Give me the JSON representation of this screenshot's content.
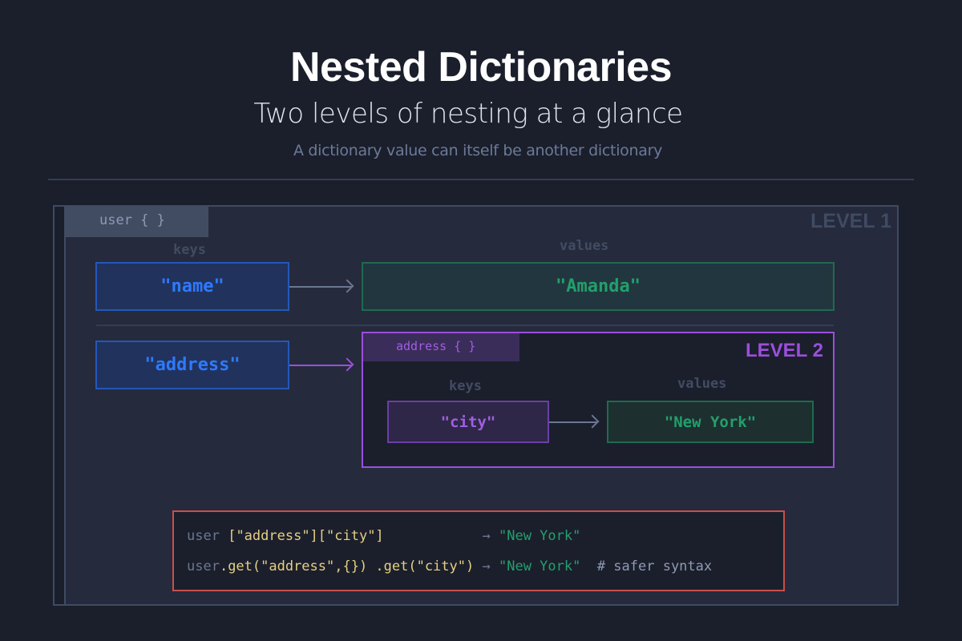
{
  "header": {
    "title": "Nested Dictionaries",
    "subtitle": "Two levels of nesting at a glance",
    "caption": "A dictionary value can itself be another dictionary"
  },
  "level1": {
    "tab_label": "user { }",
    "level_label": "LEVEL 1",
    "keys_header": "keys",
    "values_header": "values",
    "rows": [
      {
        "key": "\"name\"",
        "value": "\"Amanda\""
      },
      {
        "key": "\"address\"",
        "value": "address { }"
      }
    ]
  },
  "level2": {
    "tab_label": "address { }",
    "level_label": "LEVEL 2",
    "keys_header": "keys",
    "values_header": "values",
    "rows": [
      {
        "key": "\"city\"",
        "value": "\"New York\""
      }
    ]
  },
  "code": {
    "lines": [
      {
        "var": "user",
        "access": "[\"address\"][\"city\"]",
        "pad": "            ",
        "arrow": "→",
        "result": "\"New York\"",
        "comment": ""
      },
      {
        "var": "user",
        "access": ".get(\"address\",{}) .get(\"city\")",
        "pad": " ",
        "arrow": "→",
        "result": "\"New York\"",
        "comment": "# safer syntax"
      }
    ]
  },
  "colors": {
    "background": "#1b1f2c",
    "panel": "#252a3c",
    "key_blue": "#2f79ff",
    "value_green": "#22a06b",
    "level2_purple": "#9b4fdc",
    "code_border": "#c9504a",
    "code_accessor": "#e5cf84"
  }
}
